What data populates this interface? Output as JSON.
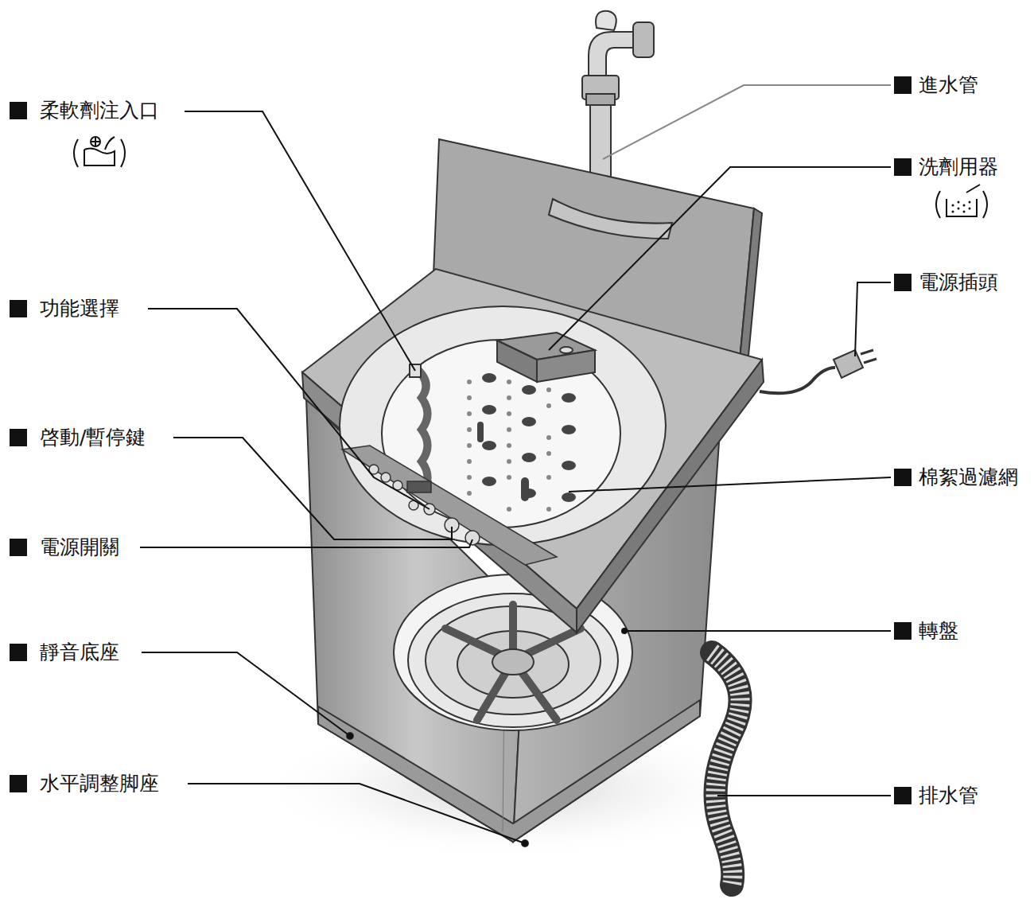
{
  "diagram": {
    "labels": [
      "進水管",
      "柔軟劑注入口",
      "洗劑用器",
      "電源插頭",
      "功能選擇",
      "啓動/暫停鍵",
      "棉絮過濾網",
      "電源開關",
      "轉盤",
      "靜音底座",
      "水平調整脚座",
      "排水管"
    ]
  }
}
